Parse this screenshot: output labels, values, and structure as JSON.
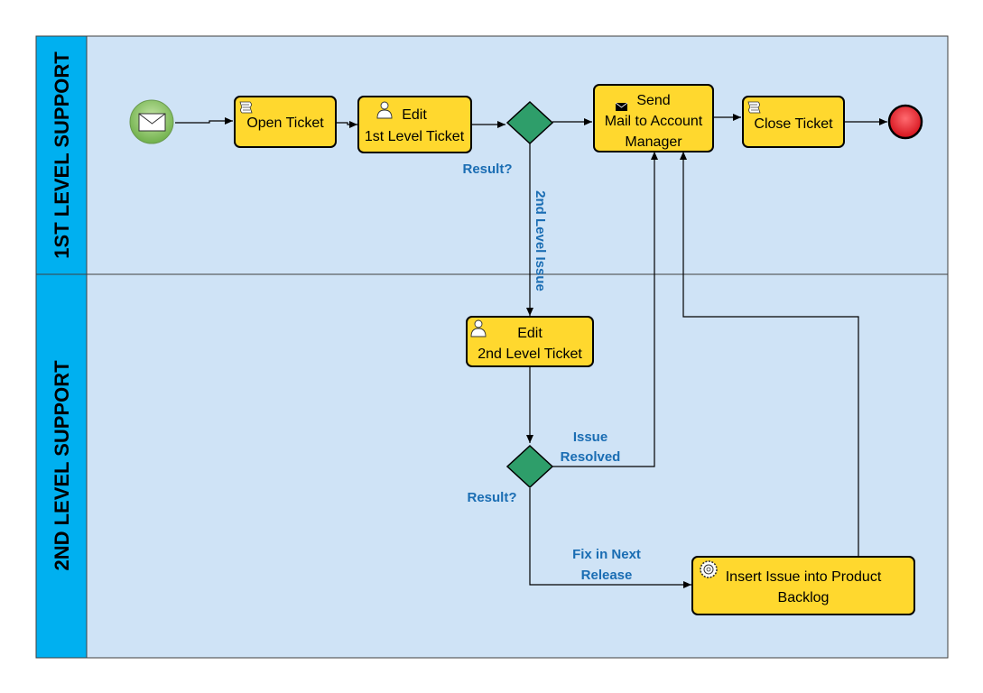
{
  "lanes": {
    "first": {
      "label": "1ST LEVEL SUPPORT"
    },
    "second": {
      "label": "2ND LEVEL SUPPORT"
    }
  },
  "tasks": {
    "open_ticket": {
      "line1": "Open Ticket",
      "icon": "script-icon"
    },
    "edit_first": {
      "line1": "Edit",
      "line2": "1st Level Ticket",
      "icon": "user-icon"
    },
    "send_mail": {
      "line1": "Send",
      "line2": "Mail to Account",
      "line3": "Manager",
      "icon": "envelope-icon"
    },
    "close_ticket": {
      "line1": "Close Ticket",
      "icon": "script-icon"
    },
    "edit_second": {
      "line1": "Edit",
      "line2": "2nd Level Ticket",
      "icon": "user-icon"
    },
    "insert_issue": {
      "line1": "Insert Issue into Product",
      "line2": "Backlog",
      "icon": "gear-icon"
    }
  },
  "labels": {
    "result_1": "Result?",
    "second_level_issue": "2nd Level Issue",
    "issue_resolved_1": "Issue",
    "issue_resolved_2": "Resolved",
    "result_2": "Result?",
    "fix_next_1": "Fix in Next",
    "fix_next_2": "Release"
  },
  "colors": {
    "lane_fill": "#cfe3f6",
    "lane_header": "#00b0f0",
    "task_fill": "#ffd82e",
    "gateway_fill": "#2e9e6a",
    "start_event": "#8cc86a",
    "end_event": "#e8202a",
    "label_blue": "#1a6db3"
  }
}
